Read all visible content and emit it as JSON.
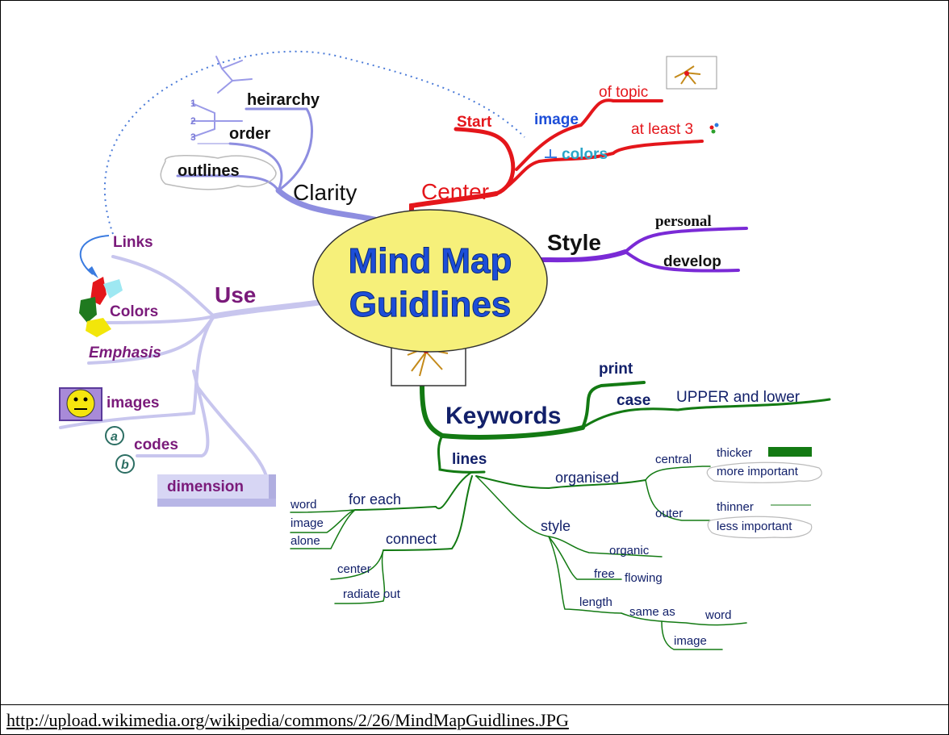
{
  "center": {
    "line1": "Mind Map",
    "line2": "Guidlines"
  },
  "colors": {
    "clarity": "#8e8ee0",
    "center": "#e4161b",
    "style": "#7a2ad6",
    "use": "#c8c6ee",
    "keywords": "#137a13",
    "ellipse": "#f6f07a",
    "title": "#1d4ed8"
  },
  "branches": {
    "center": {
      "label": "Center",
      "start": "Start",
      "image": "image",
      "of_topic": "of topic",
      "colors": "colors",
      "at_least": "at least 3"
    },
    "clarity": {
      "label": "Clarity",
      "heirarchy": "heirarchy",
      "order": "order",
      "outlines": "outlines",
      "numbers": [
        "1",
        "2",
        "3"
      ]
    },
    "style": {
      "label": "Style",
      "personal": "personal",
      "develop": "develop"
    },
    "use": {
      "label": "Use",
      "links": "Links",
      "colors": "Colors",
      "emphasis": "Emphasis",
      "images": "images",
      "codes": "codes",
      "code_a": "a",
      "code_b": "b",
      "dimension": "dimension"
    },
    "keywords": {
      "label": "Keywords",
      "print": "print",
      "case": "case",
      "upper_lower": "UPPER and lower",
      "lines": "lines",
      "organised": "organised",
      "central": "central",
      "thicker": "thicker",
      "more_important": "more important",
      "outer": "outer",
      "thinner": "thinner",
      "less_important": "less important",
      "style": "style",
      "organic": "organic",
      "free": "free",
      "flowing": "flowing",
      "length": "length",
      "same_as": "same as",
      "word": "word",
      "image": "image",
      "for_each": "for each",
      "fe_word": "word",
      "fe_image": "image",
      "fe_alone": "alone",
      "connect": "connect",
      "c_center": "center",
      "c_radiate": "radiate out"
    }
  },
  "source_url": "http://upload.wikimedia.org/wikipedia/commons/2/26/MindMapGuidlines.JPG"
}
